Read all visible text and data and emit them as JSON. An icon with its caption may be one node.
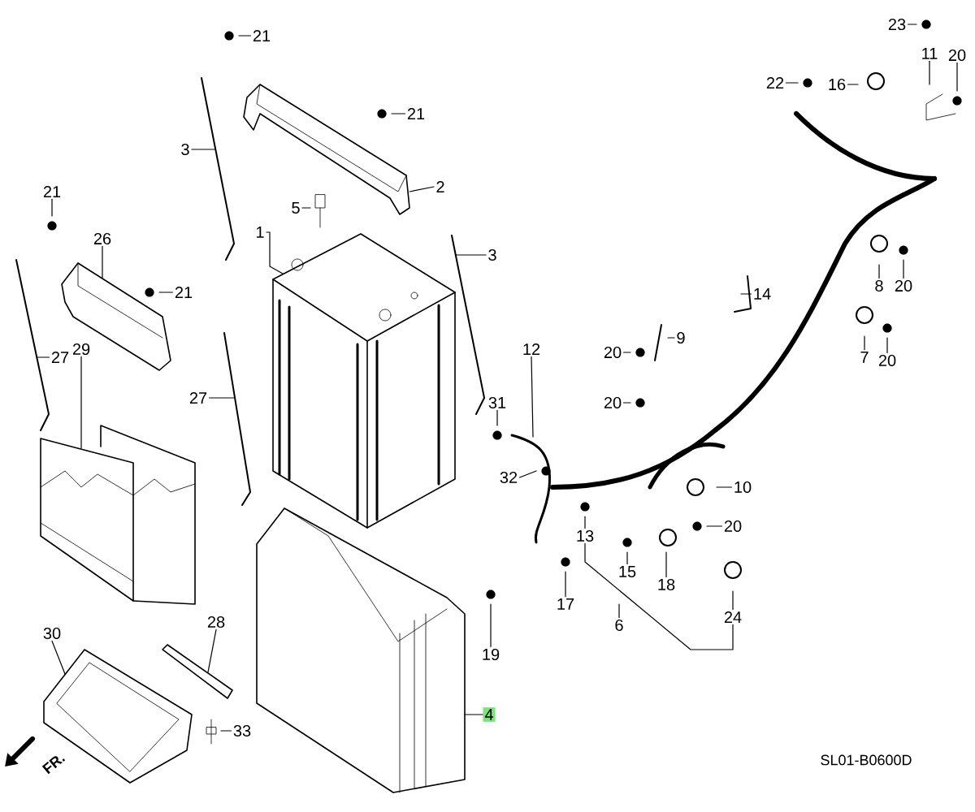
{
  "diagram": {
    "nodes": [
      {
        "text": [
          "23"
        ]
      },
      {
        "text": [
          "21"
        ]
      },
      {
        "text": [
          "11"
        ]
      },
      {
        "text": [
          "20"
        ]
      },
      {
        "text": [
          "22"
        ]
      },
      {
        "text": [
          "16"
        ]
      },
      {
        "text": [
          "21"
        ]
      },
      {
        "text": [
          "3"
        ]
      },
      {
        "text": [
          "2"
        ]
      },
      {
        "text": [
          "21"
        ]
      },
      {
        "text": [
          "5"
        ]
      },
      {
        "text": [
          "1"
        ]
      },
      {
        "text": [
          "26"
        ]
      },
      {
        "text": [
          "3"
        ]
      },
      {
        "text": [
          "21"
        ]
      },
      {
        "text": [
          "14"
        ]
      },
      {
        "text": [
          "8"
        ]
      },
      {
        "text": [
          "20"
        ]
      },
      {
        "text": [
          "29"
        ]
      },
      {
        "text": [
          "12"
        ]
      },
      {
        "text": [
          "9"
        ]
      },
      {
        "text": [
          "20"
        ]
      },
      {
        "text": [
          "27"
        ]
      },
      {
        "text": [
          "7"
        ]
      },
      {
        "text": [
          "20"
        ]
      },
      {
        "text": [
          "27"
        ]
      },
      {
        "text": [
          "31"
        ]
      },
      {
        "text": [
          "20"
        ]
      },
      {
        "text": [
          "32"
        ]
      },
      {
        "text": [
          "10"
        ]
      },
      {
        "text": [
          "20"
        ]
      },
      {
        "text": [
          "13"
        ]
      },
      {
        "text": [
          "15"
        ]
      },
      {
        "text": [
          "18"
        ]
      },
      {
        "text": [
          "17"
        ]
      },
      {
        "text": [
          "24"
        ]
      },
      {
        "text": [
          "6"
        ]
      },
      {
        "text": [
          "30"
        ]
      },
      {
        "text": [
          "28"
        ]
      },
      {
        "text": [
          "19"
        ]
      },
      {
        "text": [
          "4"
        ]
      },
      {
        "text": [
          "33"
        ]
      },
      {
        "text": [],
        "shape": "picture"
      },
      {
        "text": [],
        "shape": "picture"
      },
      {
        "text": [],
        "shape": "picture"
      },
      {
        "text": [],
        "shape": "picture"
      },
      {
        "text": [],
        "shape": "picture"
      },
      {
        "text": [],
        "shape": "picture"
      },
      {
        "text": [],
        "shape": "picture"
      },
      {
        "text": [],
        "shape": "picture"
      },
      {
        "text": [],
        "shape": "picture"
      },
      {
        "text": [],
        "shape": "picture"
      },
      {
        "text": [],
        "shape": "picture"
      }
    ],
    "edges": [
      {
        "from": 0,
        "to": null,
        "arrow": "none"
      },
      {
        "from": 1,
        "to": null,
        "arrow": "none"
      },
      {
        "from": 2,
        "to": null,
        "arrow": "none"
      },
      {
        "from": 3,
        "to": null,
        "arrow": "none"
      },
      {
        "from": 4,
        "to": null,
        "arrow": "none"
      },
      {
        "from": 5,
        "to": null,
        "arrow": "none"
      },
      {
        "from": 6,
        "to": null,
        "arrow": "none"
      },
      {
        "from": 7,
        "to": 49,
        "arrow": "none"
      },
      {
        "from": 8,
        "to": 42,
        "arrow": "none"
      },
      {
        "from": 9,
        "to": null,
        "arrow": "none"
      },
      {
        "from": 10,
        "to": null,
        "arrow": "none"
      },
      {
        "from": 11,
        "to": 43,
        "arrow": "none"
      },
      {
        "from": 12,
        "to": 44,
        "arrow": "none"
      },
      {
        "from": 13,
        "to": 50,
        "arrow": "none"
      },
      {
        "from": 14,
        "to": null,
        "arrow": "none"
      },
      {
        "from": 15,
        "to": null,
        "arrow": "none"
      },
      {
        "from": 16,
        "to": null,
        "arrow": "none"
      },
      {
        "from": 17,
        "to": null,
        "arrow": "none"
      },
      {
        "from": 18,
        "to": 45,
        "arrow": "none"
      },
      {
        "from": 19,
        "to": null,
        "arrow": "none"
      },
      {
        "from": 20,
        "to": null,
        "arrow": "none"
      },
      {
        "from": 21,
        "to": null,
        "arrow": "none"
      },
      {
        "from": 22,
        "to": 51,
        "arrow": "none"
      },
      {
        "from": 23,
        "to": null,
        "arrow": "none"
      },
      {
        "from": 24,
        "to": null,
        "arrow": "none"
      },
      {
        "from": 25,
        "to": 52,
        "arrow": "none"
      },
      {
        "from": 26,
        "to": null,
        "arrow": "none"
      },
      {
        "from": 27,
        "to": null,
        "arrow": "none"
      },
      {
        "from": 28,
        "to": null,
        "arrow": "none"
      },
      {
        "from": 29,
        "to": null,
        "arrow": "none"
      },
      {
        "from": 30,
        "to": null,
        "arrow": "none"
      },
      {
        "from": 31,
        "to": null,
        "arrow": "none"
      },
      {
        "from": 32,
        "to": null,
        "arrow": "none"
      },
      {
        "from": 33,
        "to": null,
        "arrow": "none"
      },
      {
        "from": 34,
        "to": null,
        "arrow": "none"
      },
      {
        "from": 35,
        "to": null,
        "arrow": "none"
      },
      {
        "from": 36,
        "to": null,
        "arrow": "none"
      },
      {
        "from": 37,
        "to": 46,
        "arrow": "none"
      },
      {
        "from": 38,
        "to": 47,
        "arrow": "none"
      },
      {
        "from": 39,
        "to": null,
        "arrow": "none"
      },
      {
        "from": 40,
        "to": 48,
        "arrow": "none"
      },
      {
        "from": 41,
        "to": null,
        "arrow": "none"
      },
      {
        "from": 31,
        "to": 35,
        "arrow": "none"
      }
    ],
    "labels": [
      "FR.",
      "SL01-B0600D"
    ]
  }
}
